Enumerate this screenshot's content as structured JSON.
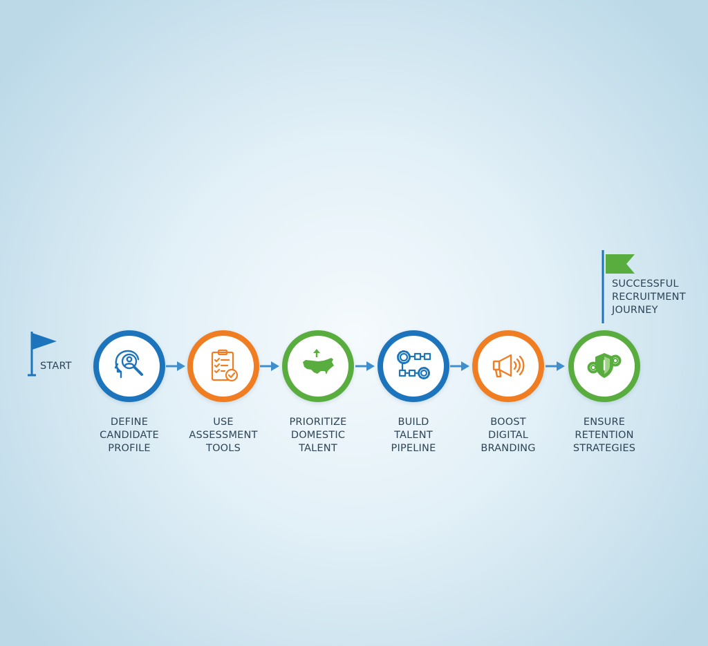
{
  "start": {
    "label": "START"
  },
  "finish": {
    "lines": [
      "SUCCESSFUL",
      "RECRUITMENT",
      "JOURNEY"
    ]
  },
  "colors": {
    "blue": "#1c75bc",
    "orange": "#f07d22",
    "green": "#58ad3e",
    "arrow": "#3f8fcf",
    "text": "#2c4456"
  },
  "steps": [
    {
      "lines": [
        "DEFINE",
        "CANDIDATE",
        "PROFILE"
      ],
      "color": "blue",
      "icon": "head-magnifier-icon"
    },
    {
      "lines": [
        "USE",
        "ASSESSMENT",
        "TOOLS"
      ],
      "color": "orange",
      "icon": "clipboard-check-icon"
    },
    {
      "lines": [
        "PRIORITIZE",
        "DOMESTIC",
        "TALENT"
      ],
      "color": "green",
      "icon": "usa-map-icon"
    },
    {
      "lines": [
        "BUILD",
        "TALENT",
        "PIPELINE"
      ],
      "color": "blue",
      "icon": "gears-network-icon"
    },
    {
      "lines": [
        "BOOST",
        "DIGITAL",
        "BRANDING"
      ],
      "color": "orange",
      "icon": "megaphone-icon"
    },
    {
      "lines": [
        "ENSURE",
        "RETENTION",
        "STRATEGIES"
      ],
      "color": "green",
      "icon": "shield-gears-icon"
    }
  ]
}
